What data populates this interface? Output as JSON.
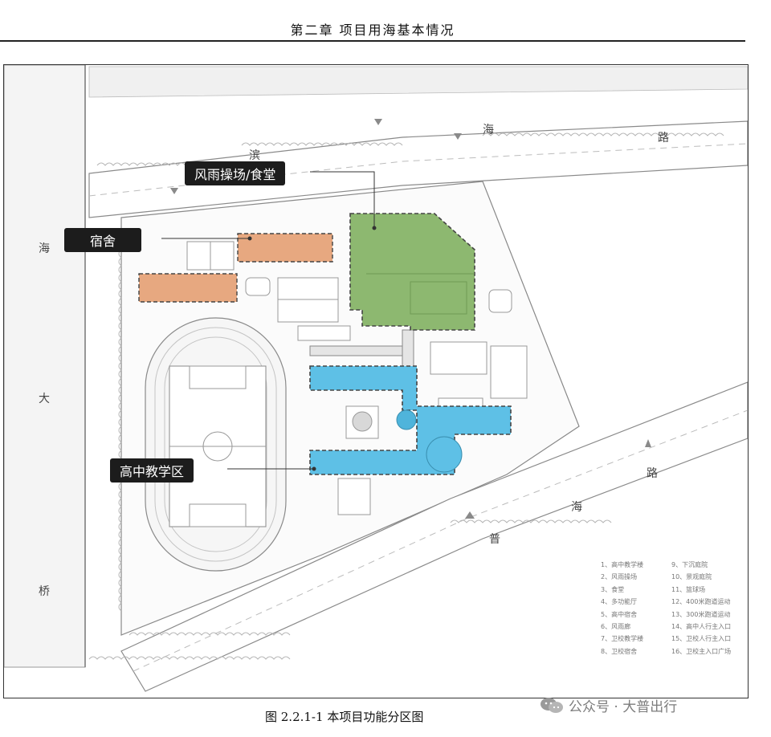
{
  "header": {
    "chapter_title": "第二章   项目用海基本情况"
  },
  "caption": "图 2.2.1-1   本项目功能分区图",
  "watermark": {
    "text": "公众号 · 大普出行",
    "icon": "wechat-icon"
  },
  "labels": {
    "canteen": "风雨操场/食堂",
    "dormitory": "宿舍",
    "teaching": "高中教学区"
  },
  "streets": {
    "binhai_road": [
      "滨",
      "海",
      "路"
    ],
    "haida_bridge": [
      "海",
      "大",
      "桥"
    ],
    "puhai_road": [
      "普",
      "海",
      "路"
    ]
  },
  "legend": [
    "1、高中教学楼",
    "9、下沉庭院",
    "2、风雨操场",
    "10、景观庭院",
    "3、食堂",
    "11、篮球场",
    "4、多功能厅",
    "12、400米跑道运动",
    "5、高中宿舍",
    "13、300米跑道运动",
    "6、风雨廊",
    "14、高中人行主入口",
    "7、卫校教学楼",
    "15、卫校人行主入口",
    "8、卫校宿舍",
    "16、卫校主入口广场"
  ],
  "zone_colors": {
    "canteen": "#8db870",
    "dormitory": "#e7a880",
    "teaching": "#5ec0e6"
  }
}
